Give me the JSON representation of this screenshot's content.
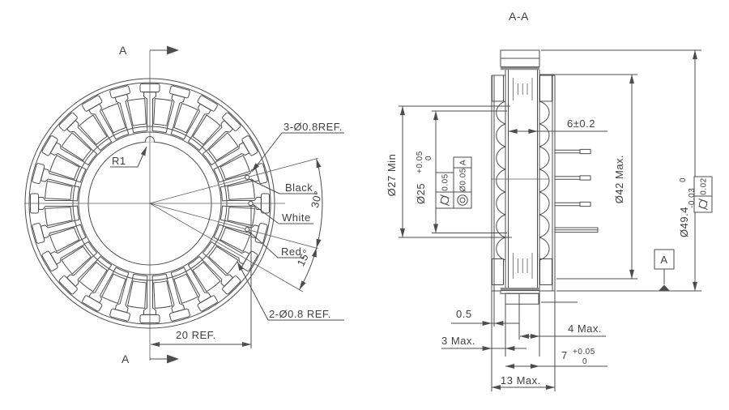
{
  "front_view": {
    "section_label_top": "A",
    "section_label_bottom": "A",
    "radius_label": "R1",
    "holes_top_label": "3-Ø0.8REF.",
    "wire_black": "Black",
    "wire_white": "White",
    "wire_red": "Red",
    "angle_30": "30°",
    "angle_15": "15°",
    "holes_bottom_label": "2-Ø0.8 REF.",
    "width_ref": "20 REF."
  },
  "section_view": {
    "title": "A-A",
    "dim_gap": "6±0.2",
    "dim_bore": "Ø27 Min",
    "dim_inner": {
      "main": "Ø25",
      "tol_upper": "+0.05",
      "tol_lower": "0"
    },
    "dim_flange": "Ø42 Max.",
    "dim_od": {
      "main": "Ø49.4",
      "tol_upper": "0",
      "tol_lower": "-0.03"
    },
    "dim_wall": "0.5",
    "dim_3max": "3 Max.",
    "dim_4max": "4 Max.",
    "dim_hub": {
      "main": "7",
      "tol_upper": "+0.05",
      "tol_lower": "0"
    },
    "dim_height": "13 Max.",
    "datum_label": "A",
    "fcf_cylindricity_inner": {
      "symbol": "cylindricity-icon",
      "value": "0.05"
    },
    "fcf_concentricity": {
      "symbol": "concentricity-icon",
      "value": "Ø0.05",
      "datum": "A"
    },
    "fcf_cylindricity_od": {
      "symbol": "cylindricity-icon",
      "value": "0.02"
    }
  },
  "colors": {
    "line": "#4d4d4d",
    "text": "#3f3f3f",
    "background": "#ffffff"
  }
}
